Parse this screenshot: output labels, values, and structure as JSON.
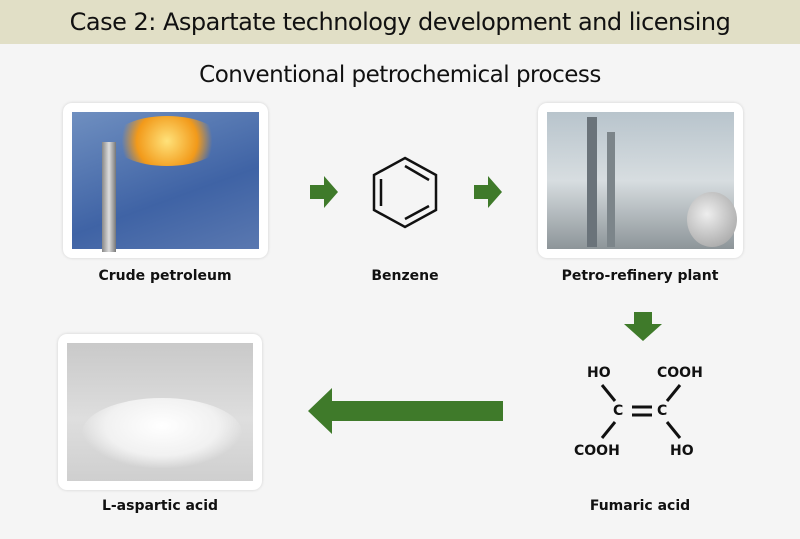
{
  "title": "Case 2: Aspartate technology development and licensing",
  "subtitle": "Conventional petrochemical process",
  "steps": {
    "crude": "Crude petroleum",
    "benzene": "Benzene",
    "refinery": "Petro-refinery plant",
    "fumaric": "Fumaric acid",
    "aspartic": "L-aspartic acid"
  },
  "fumaric_structure": {
    "top_left": "HO",
    "top_right": "COOH",
    "c1": "C",
    "c2": "C",
    "bottom_left": "COOH",
    "bottom_right": "HO"
  },
  "colors": {
    "arrow": "#3f7a2a",
    "title_bar": "#e1dfc6"
  }
}
